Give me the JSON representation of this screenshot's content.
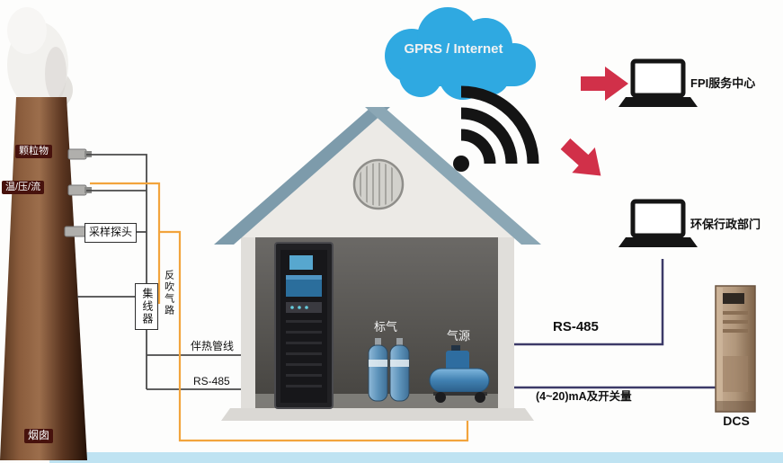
{
  "cloud": {
    "label": "GPRS / Internet"
  },
  "stack": {
    "particulate": "颗粒物",
    "temp_press_flow": "温/压/流",
    "probe": "采样探头",
    "hub": "集线器",
    "blowback_path": "反吹气路",
    "heated_line": "伴热管线",
    "rs485": "RS-485",
    "chimney": "烟囱"
  },
  "shelter": {
    "standard_gas": "标气",
    "gas_source": "气源"
  },
  "outputs": {
    "rs485": "RS-485",
    "analog": "(4~20)mA及开关量",
    "fpi_center": "FPI服务中心",
    "env_dept": "环保行政部门",
    "dcs": "DCS"
  },
  "colors": {
    "cloud_blue": "#2fa9e1",
    "arrow_red": "#d13049",
    "line_orange": "#f2a43c",
    "line_navy": "#3c3a68",
    "roof_blue_gray": "#7d9bab",
    "chimney_brown": "#8a5c3c",
    "server_tan": "#b1977c",
    "bottom_strip_blue": "#bfe3f2"
  }
}
